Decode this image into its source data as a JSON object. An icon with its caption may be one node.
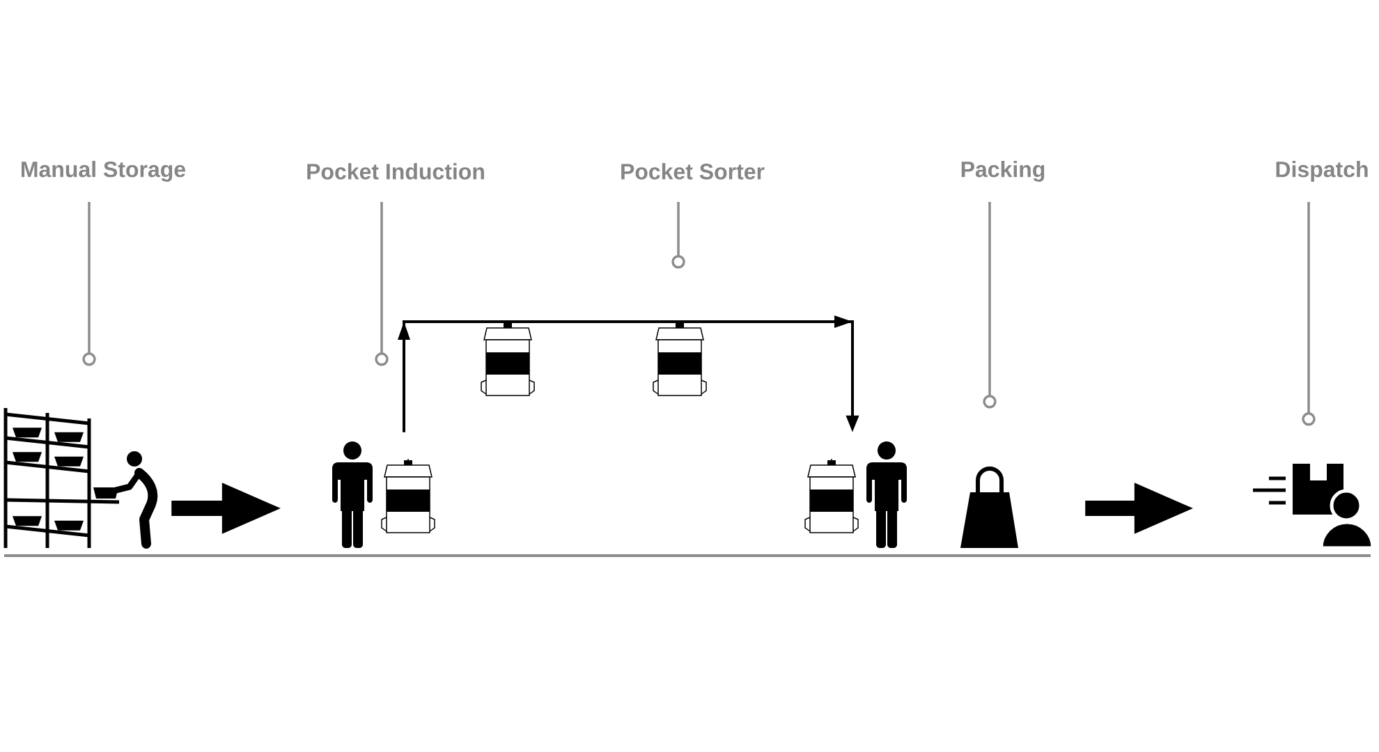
{
  "diagram": {
    "nodes": [
      {
        "text": [
          "Manual Storage"
        ]
      },
      {
        "text": [
          "Pocket Induction"
        ]
      },
      {
        "text": [
          "Pocket Sorter"
        ]
      },
      {
        "text": [
          "Packing"
        ]
      },
      {
        "text": [
          "Dispatch"
        ]
      },
      {
        "text": [],
        "shape": "picture"
      },
      {
        "text": [],
        "shape": "picture"
      },
      {
        "text": [],
        "shape": "picture"
      },
      {
        "text": [],
        "shape": "picture"
      },
      {
        "text": [],
        "shape": "picture"
      }
    ],
    "edges": [
      {
        "from": 0,
        "to": 5,
        "arrow": "other"
      },
      {
        "from": 1,
        "to": 6,
        "arrow": "other"
      },
      {
        "from": 2,
        "to": null,
        "arrow": "other"
      },
      {
        "from": 3,
        "to": 8,
        "arrow": "other"
      },
      {
        "from": 4,
        "to": 9,
        "arrow": "other"
      },
      {
        "from": 5,
        "to": 6,
        "arrow": "to",
        "style": "thick",
        "color": "#000000"
      },
      {
        "from": 6,
        "to": 7,
        "arrow": "to",
        "color": "#000000"
      },
      {
        "from": 8,
        "to": 9,
        "arrow": "to",
        "style": "thick",
        "color": "#000000"
      }
    ]
  }
}
